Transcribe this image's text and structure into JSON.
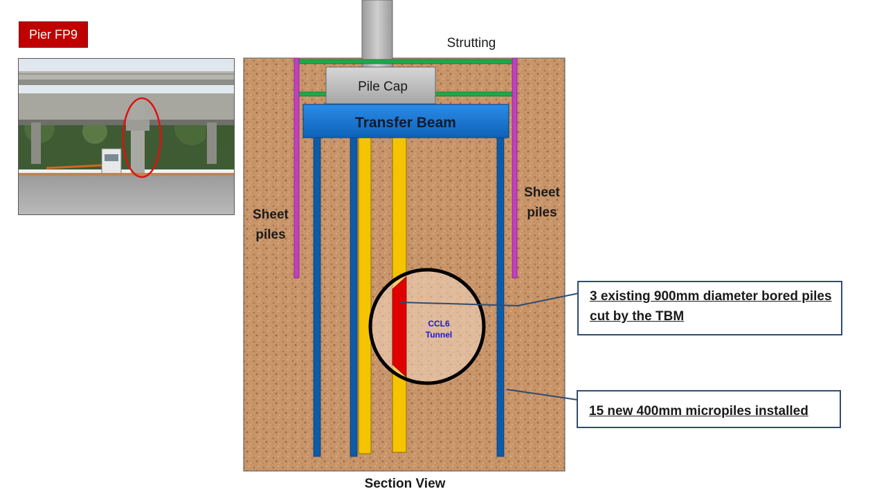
{
  "pier_label": "Pier FP9",
  "photo": {
    "description_icon": "pier-photo"
  },
  "diagram": {
    "strutting_label": "Strutting",
    "pile_cap_label": "Pile Cap",
    "transfer_beam_label": "Transfer Beam",
    "sheet_piles_left": "Sheet piles",
    "sheet_piles_right": "Sheet piles",
    "tunnel_label_line1": "CCL6",
    "tunnel_label_line2": "Tunnel",
    "section_view_label": "Section View"
  },
  "callouts": {
    "existing_piles": "3 existing 900mm diameter bored piles cut by the TBM",
    "new_micropiles": "15 new 400mm micropiles installed"
  },
  "colors": {
    "soil": "#c8956a",
    "sheet_pile": "#c040c0",
    "strut": "#1fa84a",
    "micropile": "#0d5aa7",
    "bored_pile": "#f5c400",
    "cut_section": "#e00000",
    "transfer_beam": "#1577d4",
    "pile_cap": "#bfbfbf",
    "callout_border": "#2f4b6e",
    "pier_label_bg": "#c00000"
  }
}
